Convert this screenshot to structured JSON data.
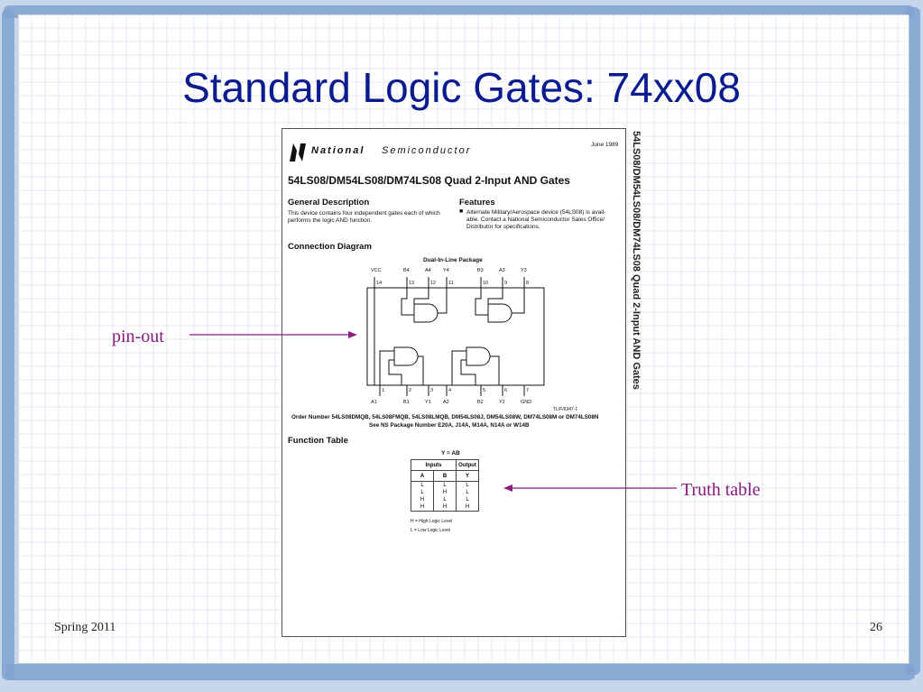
{
  "slide": {
    "title": "Standard Logic Gates: 74xx08",
    "footer_left": "Spring  2011",
    "page_number": "26"
  },
  "annotations": {
    "pinout_label": "pin-out",
    "truth_table_label": "Truth table"
  },
  "datasheet": {
    "brand_bold": "National",
    "brand_light": "Semiconductor",
    "date": "June 1989",
    "heading": "54LS08/DM54LS08/DM74LS08 Quad 2-Input AND Gates",
    "side_title": "54LS08/DM54LS08/DM74LS08 Quad 2-Input AND Gates",
    "general_description_title": "General Description",
    "general_description_text_1": "This device contains four independent gates each of which",
    "general_description_text_2": "performs the logic AND function.",
    "features_title": "Features",
    "features_text_1": "Alternate Military/Aerospace device (54LS08) is avail-",
    "features_text_2": "able. Contact a National Semiconductor Sales Office/",
    "features_text_3": "Distributor for specifications.",
    "connection_diagram_title": "Connection Diagram",
    "package_label": "Dual-In-Line Package",
    "top_pins": [
      "VCC",
      "B4",
      "A4",
      "Y4",
      "B3",
      "A3",
      "Y3"
    ],
    "top_pin_numbers": [
      "14",
      "13",
      "12",
      "11",
      "10",
      "9",
      "8"
    ],
    "bottom_pins": [
      "A1",
      "B1",
      "Y1",
      "A2",
      "B2",
      "Y2",
      "GND"
    ],
    "bottom_pin_numbers": [
      "1",
      "2",
      "3",
      "4",
      "5",
      "6",
      "7"
    ],
    "figure_code": "TL/F/6347-1",
    "order_line_1": "Order Number 54LS08DMQB, 54LS08FMQB, 54LS08LMQB, DM54LS08J, DM54LS08W, DM74LS08M or DM74LS08N",
    "order_line_2": "See NS Package Number E20A, J14A, M14A, N14A or W14B",
    "function_table_title": "Function Table",
    "equation": "Y = AB",
    "table_group_inputs": "Inputs",
    "table_group_output": "Output",
    "table_columns": [
      "A",
      "B",
      "Y"
    ],
    "table_rows": [
      [
        "L",
        "L",
        "L"
      ],
      [
        "L",
        "H",
        "L"
      ],
      [
        "H",
        "L",
        "L"
      ],
      [
        "H",
        "H",
        "H"
      ]
    ],
    "legend_high": "H = High Logic Level",
    "legend_low": "L = Low Logic Level"
  },
  "colors": {
    "title": "#0a1b8f",
    "annotation": "#8a1b7f",
    "frame_brush": "#7fa2cf"
  }
}
